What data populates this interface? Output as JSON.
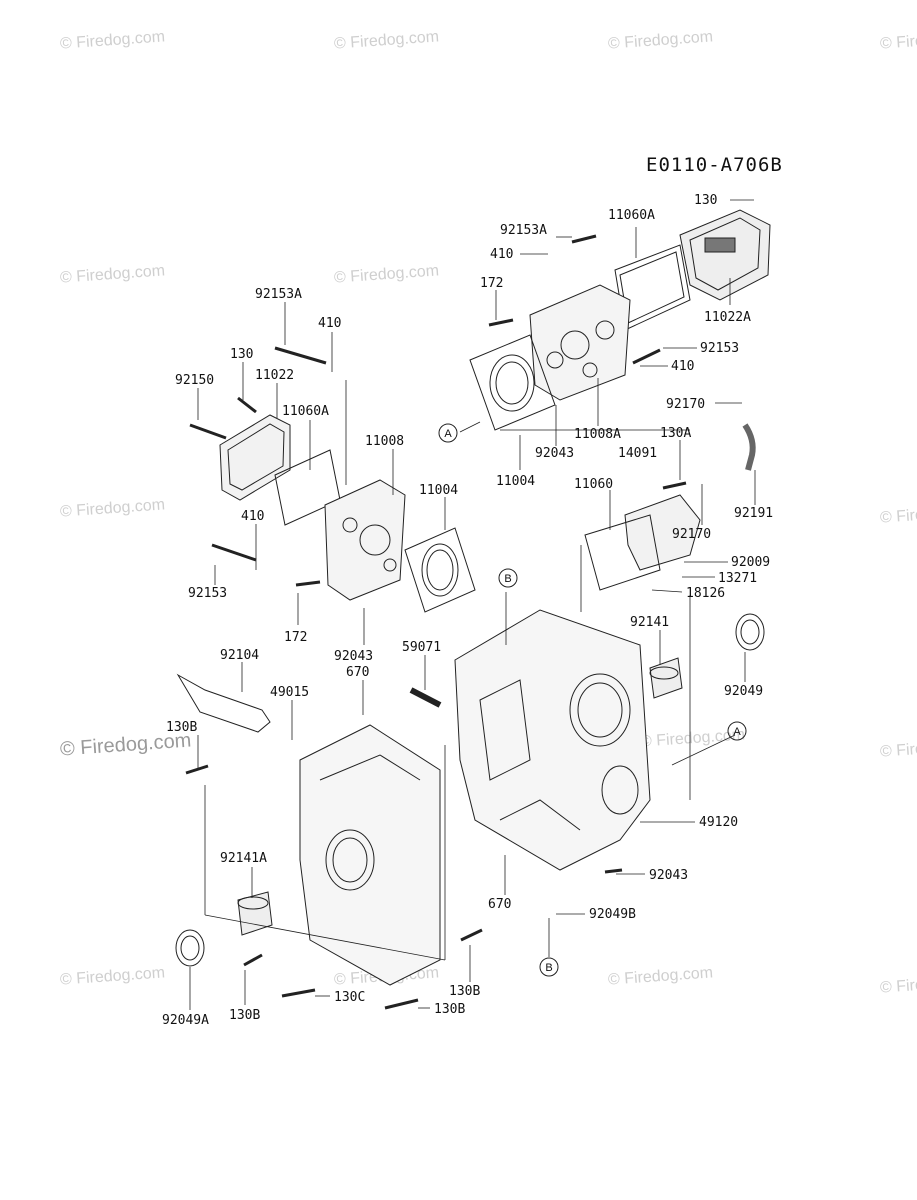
{
  "diagram_code": "E0110-A706B",
  "watermark": "© Firedog.com",
  "callouts": [
    "A",
    "B"
  ],
  "part_labels": {
    "p130_top": "130",
    "p92153A_top": "92153A",
    "p11060A_top": "11060A",
    "p410_top": "410",
    "p172_top": "172",
    "p11022A": "11022A",
    "p92153_right": "92153",
    "p410_right": "410",
    "p92170_top": "92170",
    "p11008A": "11008A",
    "p92043_top": "92043",
    "p11004_top": "11004",
    "p14091": "14091",
    "p130A": "130A",
    "p11060": "11060",
    "p92191": "92191",
    "p92170_mid": "92170",
    "p92009": "92009",
    "p13271": "13271",
    "p18126": "18126",
    "p92153A_left": "92153A",
    "p410_left": "410",
    "p130_left": "130",
    "p11022": "11022",
    "p92150": "92150",
    "p11060A_left": "11060A",
    "p11008": "11008",
    "p11004_left": "11004",
    "p410_left2": "410",
    "p92153_left": "92153",
    "p172_left": "172",
    "p92043_left": "92043",
    "p59071": "59071",
    "p670_top": "670",
    "p92104": "92104",
    "p49015": "49015",
    "p130B_a": "130B",
    "p92141": "92141",
    "p92049": "92049",
    "p49120": "49120",
    "p92043_right": "92043",
    "p670_bottom": "670",
    "p92049B": "92049B",
    "p92141A": "92141A",
    "p92049A": "92049A",
    "p130B_b": "130B",
    "p130C": "130C",
    "p130B_c": "130B",
    "p130B_d": "130B"
  }
}
